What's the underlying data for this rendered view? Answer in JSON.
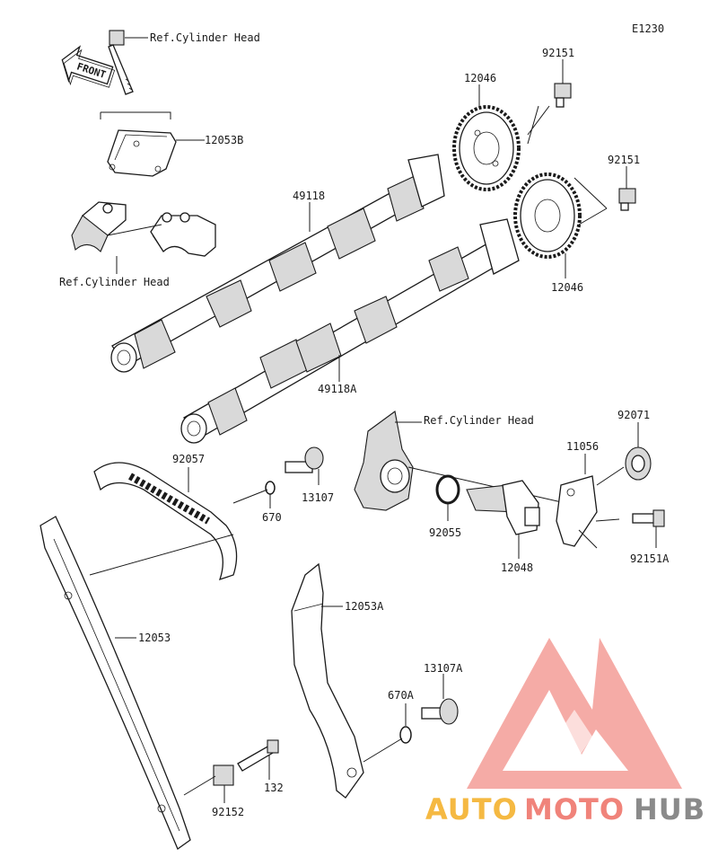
{
  "diagram": {
    "code": "E1230",
    "front_label": "FRONT",
    "ref_labels": {
      "top": "Ref.Cylinder Head",
      "left": "Ref.Cylinder Head",
      "middle": "Ref.Cylinder Head"
    },
    "parts": {
      "p12053B": "12053B",
      "p92151_top": "92151",
      "p12046_top": "12046",
      "p92151_mid": "92151",
      "p49118": "49118",
      "p12046_mid": "12046",
      "p49118A": "49118A",
      "p92071": "92071",
      "p11056": "11056",
      "p92057": "92057",
      "p13107": "13107",
      "p670": "670",
      "p92055": "92055",
      "p12048": "12048",
      "p92151A": "92151A",
      "p12053A": "12053A",
      "p12053": "12053",
      "p13107A": "13107A",
      "p670A": "670A",
      "p132": "132",
      "p92152": "92152"
    }
  },
  "watermark": {
    "text_auto": "AUTO",
    "text_moto": "MOTO",
    "text_hub": "HUB",
    "colors": {
      "auto": "#f5b942",
      "moto": "#f0837a",
      "hub": "#8a8a8a",
      "logo": "#f07c74"
    }
  }
}
